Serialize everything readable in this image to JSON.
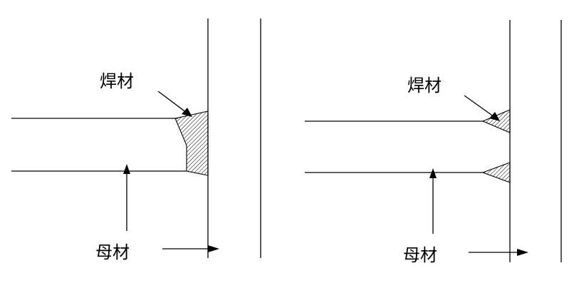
{
  "diagram": {
    "left_panel": {
      "weld_label": "焊材",
      "base_label": "母材"
    },
    "right_panel": {
      "weld_label": "焊材",
      "base_label": "母材"
    },
    "colors": {
      "line": "#000000",
      "background": "#ffffff"
    }
  }
}
